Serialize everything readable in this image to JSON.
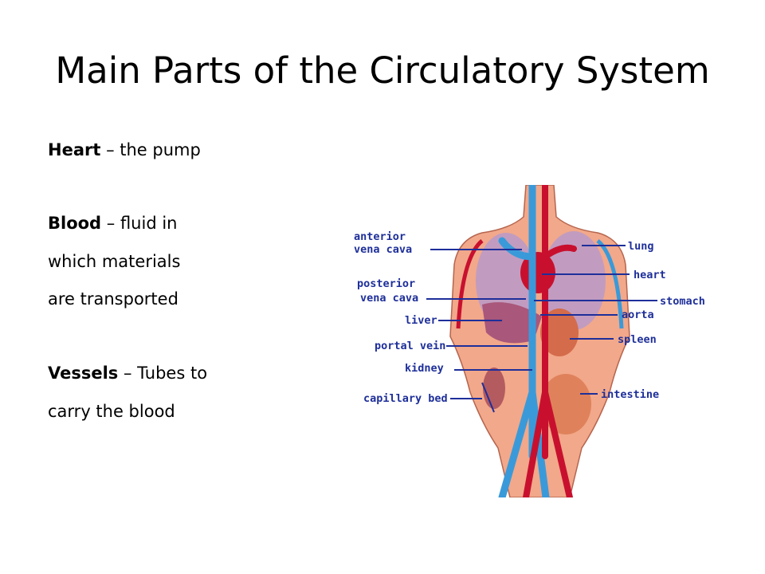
{
  "slide": {
    "title": "Main Parts of the Circulatory System",
    "items": [
      {
        "term": "Heart",
        "desc": " – the pump"
      },
      {
        "term": "Blood",
        "desc": " – fluid in"
      },
      {
        "term": "",
        "desc": "which materials"
      },
      {
        "term": "",
        "desc": "are transported"
      },
      {
        "term": "Vessels",
        "desc": " – Tubes to"
      },
      {
        "term": "",
        "desc": "carry the blood"
      }
    ]
  },
  "figure": {
    "labels_left": [
      "anterior",
      "vena cava",
      "posterior",
      "vena cava",
      "liver",
      "portal vein",
      "kidney",
      "capillary bed"
    ],
    "labels_right": [
      "lung",
      "heart",
      "stomach",
      "aorta",
      "spleen",
      "intestine"
    ],
    "colors": {
      "skin": "#f2a88a",
      "artery": "#c8102e",
      "vein": "#3a9ad9",
      "label": "#1e2f9a"
    }
  }
}
